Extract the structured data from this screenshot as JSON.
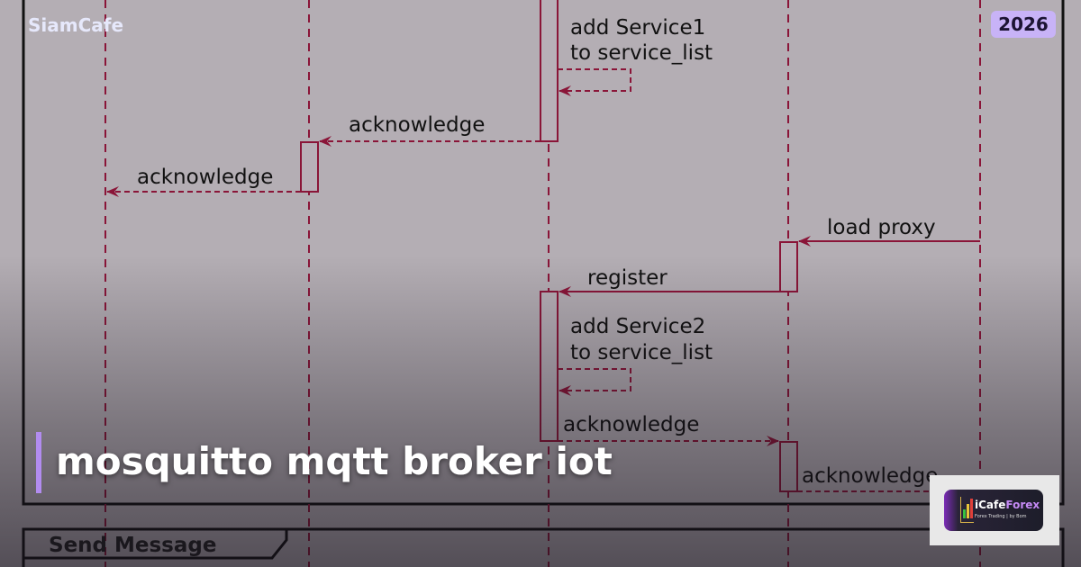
{
  "brand": "SiamCafe",
  "year_badge": "2026",
  "title": "mosquitto mqtt broker iot",
  "logo": {
    "name_part1": "iCafe",
    "name_part2": "Forex",
    "tagline": "Forex Trading | by Bom"
  },
  "diagram": {
    "messages": [
      {
        "label_lines": [
          "add Service1",
          "to service_list"
        ],
        "style": "dashed"
      },
      {
        "label": "acknowledge",
        "style": "dashed"
      },
      {
        "label": "acknowledge",
        "style": "dashed"
      },
      {
        "label": "load proxy",
        "style": "solid"
      },
      {
        "label": "register",
        "style": "solid"
      },
      {
        "label_lines": [
          "add Service2",
          "to service_list"
        ],
        "style": "dashed"
      },
      {
        "label": "acknowledge",
        "style": "dashed"
      },
      {
        "label": "acknowledge",
        "style": "dashed"
      }
    ],
    "group_label": "Send Message"
  },
  "colors": {
    "arrow": "#8a1538",
    "background": "#b4aeb4",
    "accent": "#b28cf0",
    "badge": "#c8b3f7"
  }
}
